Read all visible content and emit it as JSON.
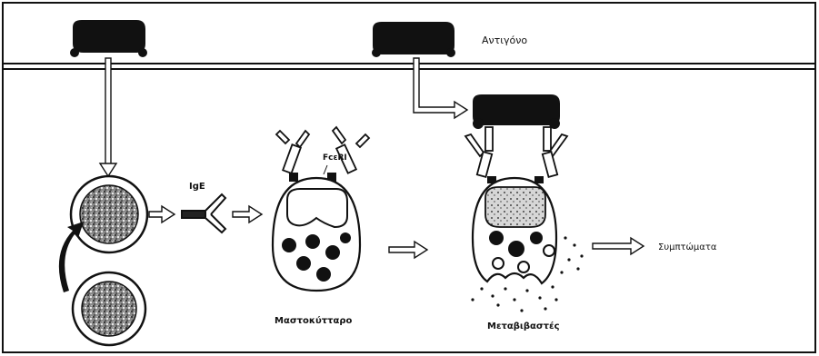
{
  "labels": {
    "antigen": "Αντιγόνο",
    "ige": "IgE",
    "fceri": "FcεRI",
    "mast_cell": "Μαστοκύτταρο",
    "mediators": "Μεταβιβαστές",
    "symptoms": "Συμπτώματα"
  }
}
